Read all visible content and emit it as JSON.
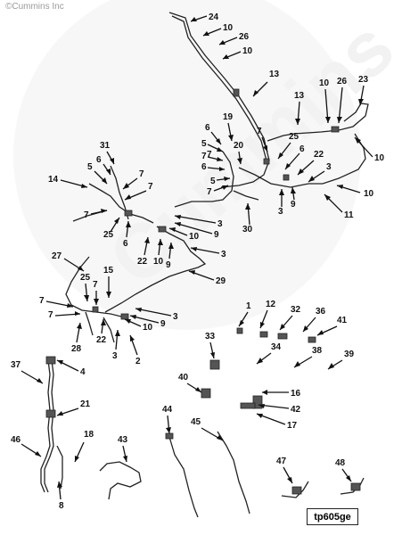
{
  "copyright": "©Cummins Inc",
  "watermark": "Cummins",
  "figure_id": "tp605ge",
  "callouts": [
    "24",
    "10",
    "26",
    "10",
    "13",
    "10",
    "26",
    "23",
    "13",
    "19",
    "6",
    "5",
    "7",
    "6",
    "7",
    "5",
    "7",
    "20",
    "7",
    "25",
    "6",
    "22",
    "3",
    "10",
    "10",
    "11",
    "3",
    "9",
    "30",
    "31",
    "6",
    "5",
    "14",
    "7",
    "7",
    "7",
    "25",
    "6",
    "3",
    "10",
    "9",
    "22",
    "10",
    "9",
    "3",
    "27",
    "15",
    "29",
    "25",
    "7",
    "7",
    "7",
    "28",
    "22",
    "3",
    "2",
    "9",
    "10",
    "3",
    "1",
    "12",
    "32",
    "36",
    "41",
    "33",
    "34",
    "38",
    "39",
    "37",
    "4",
    "40",
    "16",
    "42",
    "17",
    "21",
    "44",
    "45",
    "46",
    "18",
    "43",
    "8",
    "47",
    "48"
  ]
}
